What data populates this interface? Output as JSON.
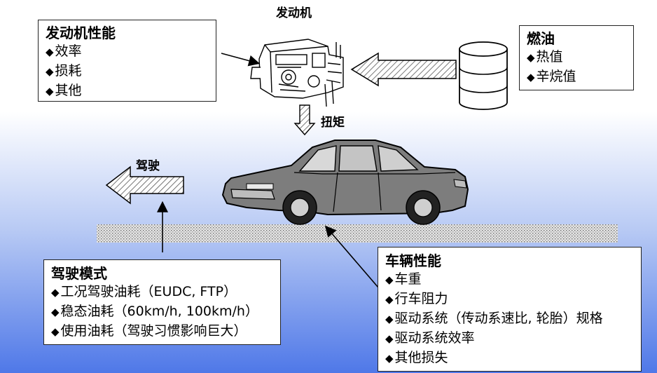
{
  "engine_label": "发动机",
  "torque_label": "扭矩",
  "driving_label": "驾驶",
  "bullet": "◆",
  "engine_box": {
    "title": "发动机性能",
    "items": [
      "效率",
      "损耗",
      "其他"
    ]
  },
  "fuel_box": {
    "title": "燃油",
    "items": [
      "热值",
      "辛烷值"
    ]
  },
  "driving_box": {
    "title": "驾驶模式",
    "items": [
      "工况驾驶油耗（EUDC, FTP）",
      "稳态油耗（60km/h, 100km/h）",
      "使用油耗（驾驶习惯影响巨大）"
    ]
  },
  "vehicle_box": {
    "title": "车辆性能",
    "items": [
      "车重",
      "行车阻力",
      "驱动系统（传动系速比, 轮胎）规格",
      "驱动系统效率",
      "其他损失"
    ]
  }
}
